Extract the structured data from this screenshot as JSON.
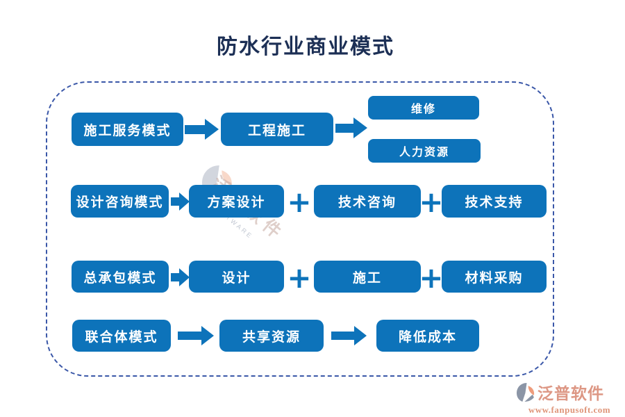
{
  "title": "防水行业商业模式",
  "colors": {
    "node_blue": "#0d73ba",
    "frame_dashed_blue": "#3a57a8",
    "title_navy": "#1c2f55",
    "brand_salmon": "#df9579"
  },
  "diagram": {
    "plus": "+",
    "rows": [
      {
        "mode": "施工服务模式",
        "steps": [
          "工程施工"
        ],
        "outputs": [
          "维修",
          "人力资源"
        ]
      },
      {
        "mode": "设计咨询模式",
        "components": [
          "方案设计",
          "技术咨询",
          "技术支持"
        ]
      },
      {
        "mode": "总承包模式",
        "components": [
          "设计",
          "施工",
          "材料采购"
        ]
      },
      {
        "mode": "联合体模式",
        "flow": [
          "共享资源",
          "降低成本"
        ]
      }
    ]
  },
  "watermark": {
    "brand": "泛普软件",
    "subtext": "SOFTWARE"
  },
  "branding": {
    "name": "泛普软件",
    "url": "www.fanpusoft.com"
  }
}
